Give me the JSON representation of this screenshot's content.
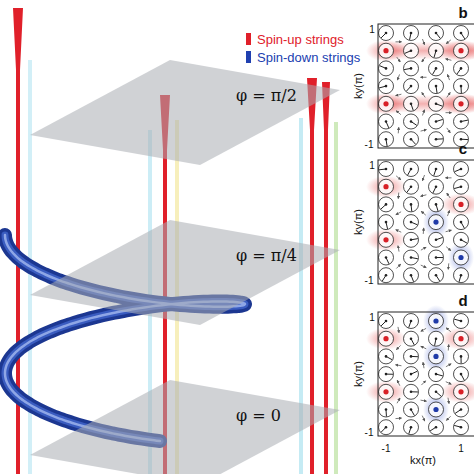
{
  "diagram": {
    "labels": [
      "φ = π/2",
      "φ = π/4",
      "φ = 0",
      "b",
      "1",
      "ky(π)",
      "-1",
      "c",
      "1",
      "ky(π)",
      "-1",
      "d",
      "1",
      "ky(π)",
      "-1",
      "-1",
      "kx(π)",
      "1"
    ],
    "legend": [
      {
        "text": "Spin-up strings",
        "color": "#e0202a"
      },
      {
        "text": "Spin-down strings",
        "color": "#2040b0"
      }
    ]
  }
}
